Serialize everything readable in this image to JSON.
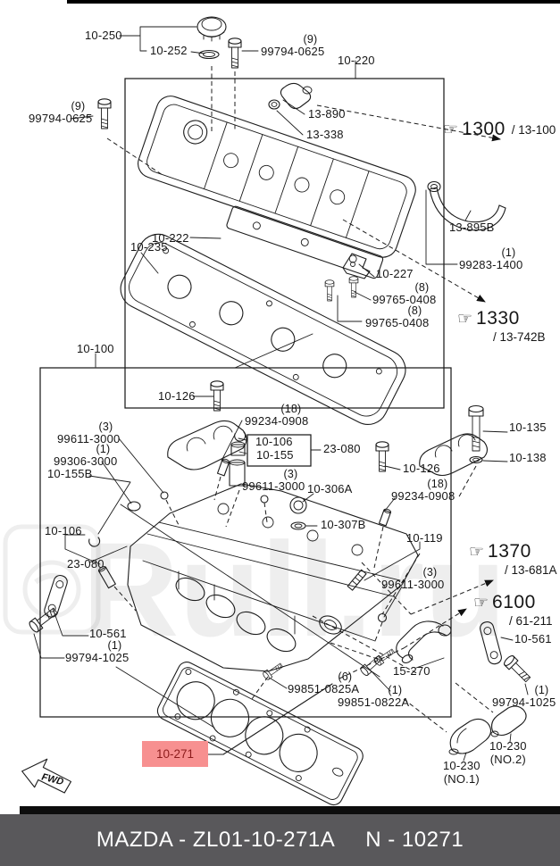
{
  "diagram": {
    "footer": {
      "left": "MAZDA - ZL01-10-271A",
      "right": "N - 10271"
    },
    "fwd_label": "FWD",
    "watermark": "Rull.ru",
    "highlight_color": "#f79090",
    "highlight_text_color": "#8c1c1c",
    "callouts": {
      "c10_250": {
        "part": "10-250"
      },
      "c10_252": {
        "part": "10-252"
      },
      "c99794_0625_top": {
        "qty": "(9)",
        "part": "99794-0625"
      },
      "c10_220": {
        "part": "10-220"
      },
      "c99794_0625_left": {
        "qty": "(9)",
        "part": "99794-0625"
      },
      "c13_890": {
        "part": "13-890"
      },
      "c13_338": {
        "part": "13-338"
      },
      "ref_1300": {
        "num": "1300",
        "sub": "/ 13-100"
      },
      "c13_895b": {
        "part": "13-895B"
      },
      "c99283_1400": {
        "qty": "(1)",
        "part": "99283-1400"
      },
      "c10_222": {
        "part": "10-222"
      },
      "c10_235": {
        "part": "10-235"
      },
      "c10_227": {
        "part": "10-227"
      },
      "c99765_0408_a": {
        "qty": "(8)",
        "part": "99765-0408"
      },
      "c99765_0408_b": {
        "qty": "(8)",
        "part": "99765-0408"
      },
      "ref_1330": {
        "num": "1330",
        "sub": "/ 13-742B"
      },
      "c10_100": {
        "part": "10-100"
      },
      "c10_126_a": {
        "part": "10-126"
      },
      "c99234_0908_a": {
        "qty": "(18)",
        "part": "99234-0908"
      },
      "c10_106_box": {
        "part": "10-106"
      },
      "c10_155": {
        "part": "10-155"
      },
      "c23_080_a": {
        "part": "23-080"
      },
      "c99611_3000_a": {
        "qty": "(3)",
        "part": "99611-3000"
      },
      "c99306_3000": {
        "qty": "(1)",
        "part": "99306-3000"
      },
      "c10_155b": {
        "part": "10-155B"
      },
      "c10_126_b": {
        "part": "10-126"
      },
      "c99234_0908_b": {
        "qty": "(18)",
        "part": "99234-0908"
      },
      "c99611_3000_b": {
        "qty": "(3)",
        "part": "99611-3000"
      },
      "c10_306a": {
        "part": "10-306A"
      },
      "c10_307b": {
        "part": "10-307B"
      },
      "c10_119": {
        "part": "10-119"
      },
      "c10_135": {
        "part": "10-135"
      },
      "c10_138": {
        "part": "10-138"
      },
      "c99611_3000_c": {
        "qty": "(3)",
        "part": "99611-3000"
      },
      "ref_1370": {
        "num": "1370",
        "sub": "/ 13-681A"
      },
      "ref_6100": {
        "num": "6100",
        "sub": "/ 61-211"
      },
      "c10_106_left": {
        "part": "10-106"
      },
      "c23_080_b": {
        "part": "23-080"
      },
      "c10_561_left": {
        "part": "10-561"
      },
      "c99794_1025_left": {
        "qty": "(1)",
        "part": "99794-1025"
      },
      "c10_561_right": {
        "part": "10-561"
      },
      "c99794_1025_right": {
        "qty": "(1)",
        "part": "99794-1025"
      },
      "c15_270": {
        "part": "15-270"
      },
      "c99851_0825a": {
        "qty": "(6)",
        "part": "99851-0825A"
      },
      "c99851_0822a": {
        "qty": "(1)",
        "part": "99851-0822A"
      },
      "c10_271": {
        "part": "10-271"
      },
      "c10_230_no1": {
        "part": "10-230",
        "sub": "(NO.1)"
      },
      "c10_230_no2": {
        "part": "10-230",
        "sub": "(NO.2)"
      }
    }
  }
}
